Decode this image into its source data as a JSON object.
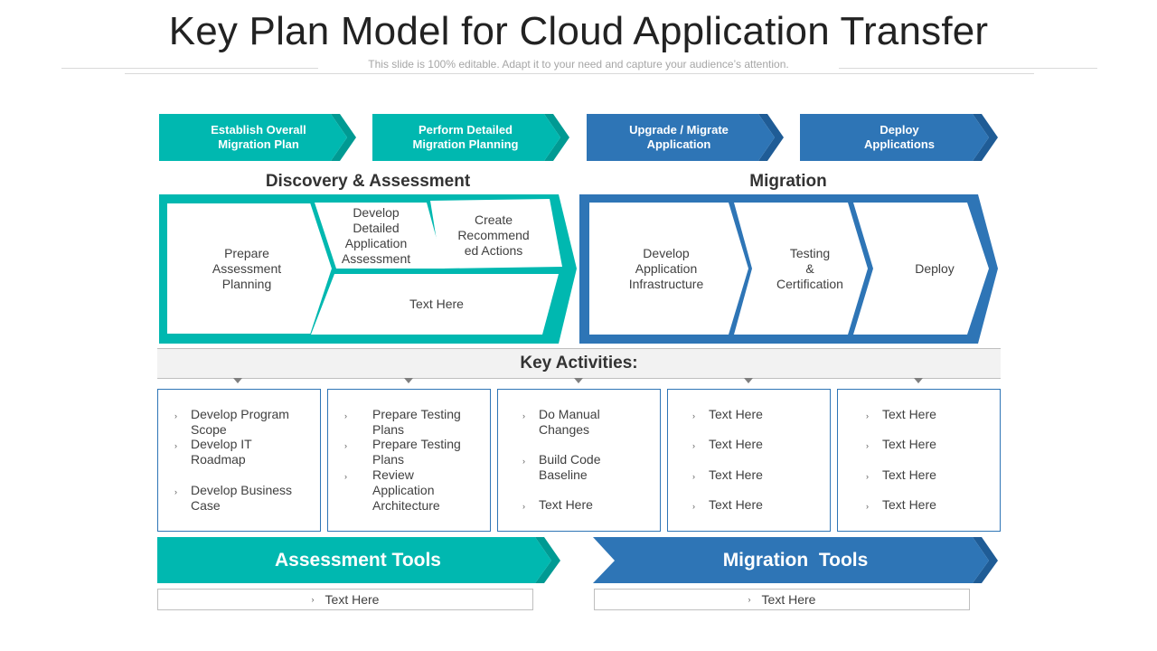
{
  "title": "Key Plan Model for Cloud Application Transfer",
  "subtitle": "This slide is 100% editable. Adapt it to your need and capture your audience’s attention.",
  "steps": [
    "Establish Overall\nMigration Plan",
    "Perform Detailed\nMigration Planning",
    "Upgrade / Migrate\nApplication",
    "Deploy\nApplications"
  ],
  "sections": {
    "discovery": "Discovery & Assessment",
    "migration": "Migration"
  },
  "discovery_shapes": {
    "prepare": "Prepare\nAssessment\nPlanning",
    "develop": "Develop\nDetailed\nApplication\nAssessment",
    "create": "Create\nRecommend\ned Actions",
    "text": "Text Here"
  },
  "migration_shapes": {
    "infra": "Develop\nApplication\nInfrastructure",
    "testing": "Testing\n&\nCertification",
    "deploy": "Deploy"
  },
  "key_activities_label": "Key Activities:",
  "bullet_glyph": "›",
  "activity_columns": [
    [
      "Develop Program\nScope",
      "Develop IT\nRoadmap",
      "Develop Business\nCase"
    ],
    [
      "Prepare Testing\nPlans",
      "Prepare Testing\nPlans",
      "Review\nApplication\nArchitecture"
    ],
    [
      "Do Manual\nChanges",
      "Build Code\nBaseline",
      "Text Here"
    ],
    [
      "Text Here",
      "Text Here",
      "Text Here",
      "Text Here"
    ],
    [
      "Text Here",
      "Text Here",
      "Text Here",
      "Text Here"
    ]
  ],
  "tools": {
    "assessment": "Assessment Tools",
    "migration": "Migration  Tools",
    "assessment_text": "Text Here",
    "migration_text": "Text Here"
  },
  "colors": {
    "teal": "#00b8b0",
    "teal_dark": "#009a93",
    "blue": "#2e75b6",
    "blue_dark": "#1f5c96"
  }
}
